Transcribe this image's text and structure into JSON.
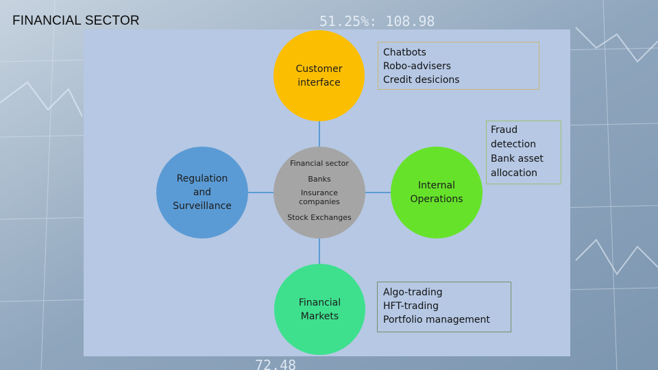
{
  "slide": {
    "title": "FINANCIAL SECTOR",
    "background_figures": [
      "51.25%: 108.98",
      "72.48"
    ]
  },
  "colors": {
    "panel": "#b6c8e4",
    "customer_interface": "#fcbe00",
    "regulation": "#5b9bd5",
    "core": "#a5a5a5",
    "internal_operations": "#66e22b",
    "financial_markets": "#3ee08e",
    "connector": "#5b9bd5"
  },
  "nodes": {
    "customer_interface": {
      "label_lines": [
        "Customer",
        "interface"
      ]
    },
    "regulation": {
      "label_lines": [
        "Regulation",
        "and",
        "Surveillance"
      ]
    },
    "core": {
      "title": "Financial sector",
      "items": [
        "Banks",
        "Insurance",
        "companies"
      ],
      "extra": "Stock Exchanges"
    },
    "internal_operations": {
      "label_lines": [
        "Internal",
        "Operations"
      ]
    },
    "financial_markets": {
      "label_lines": [
        "Financial",
        "Markets"
      ]
    }
  },
  "notes": {
    "customer_interface": [
      "Chatbots",
      "Robo-advisers",
      "Credit desicions"
    ],
    "internal_operations": [
      "Fraud",
      "detection",
      "Bank asset",
      "allocation"
    ],
    "financial_markets": [
      "Algo-trading",
      "HFT-trading",
      "Portfolio management"
    ]
  }
}
